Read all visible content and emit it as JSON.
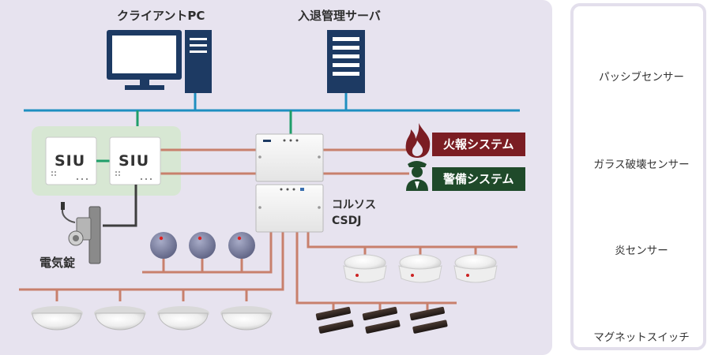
{
  "labels": {
    "client_pc": "クライアントPC",
    "access_server": "入退管理サーバ",
    "siu_left": "SIU",
    "siu_right": "SIU",
    "controller": "コルソス\nCSDJ",
    "electric_lock": "電気錠",
    "fire_system": "火報システム",
    "security_system": "警備システム"
  },
  "legend": [
    {
      "label": "パッシブセンサー",
      "icon": "passive-sensor"
    },
    {
      "label": "ガラス破壊センサー",
      "icon": "glass-break-sensor"
    },
    {
      "label": "炎センサー",
      "icon": "flame-sensor"
    },
    {
      "label": "マグネットスイッチ",
      "icon": "magnet-switch"
    }
  ],
  "colors": {
    "network": "#1f8fc0",
    "link_green": "#1f9e6a",
    "wiring": "#c8806c",
    "device_navy": "#1d3a63",
    "fire_red": "#7b1d23",
    "security_green": "#1f4a2a"
  }
}
